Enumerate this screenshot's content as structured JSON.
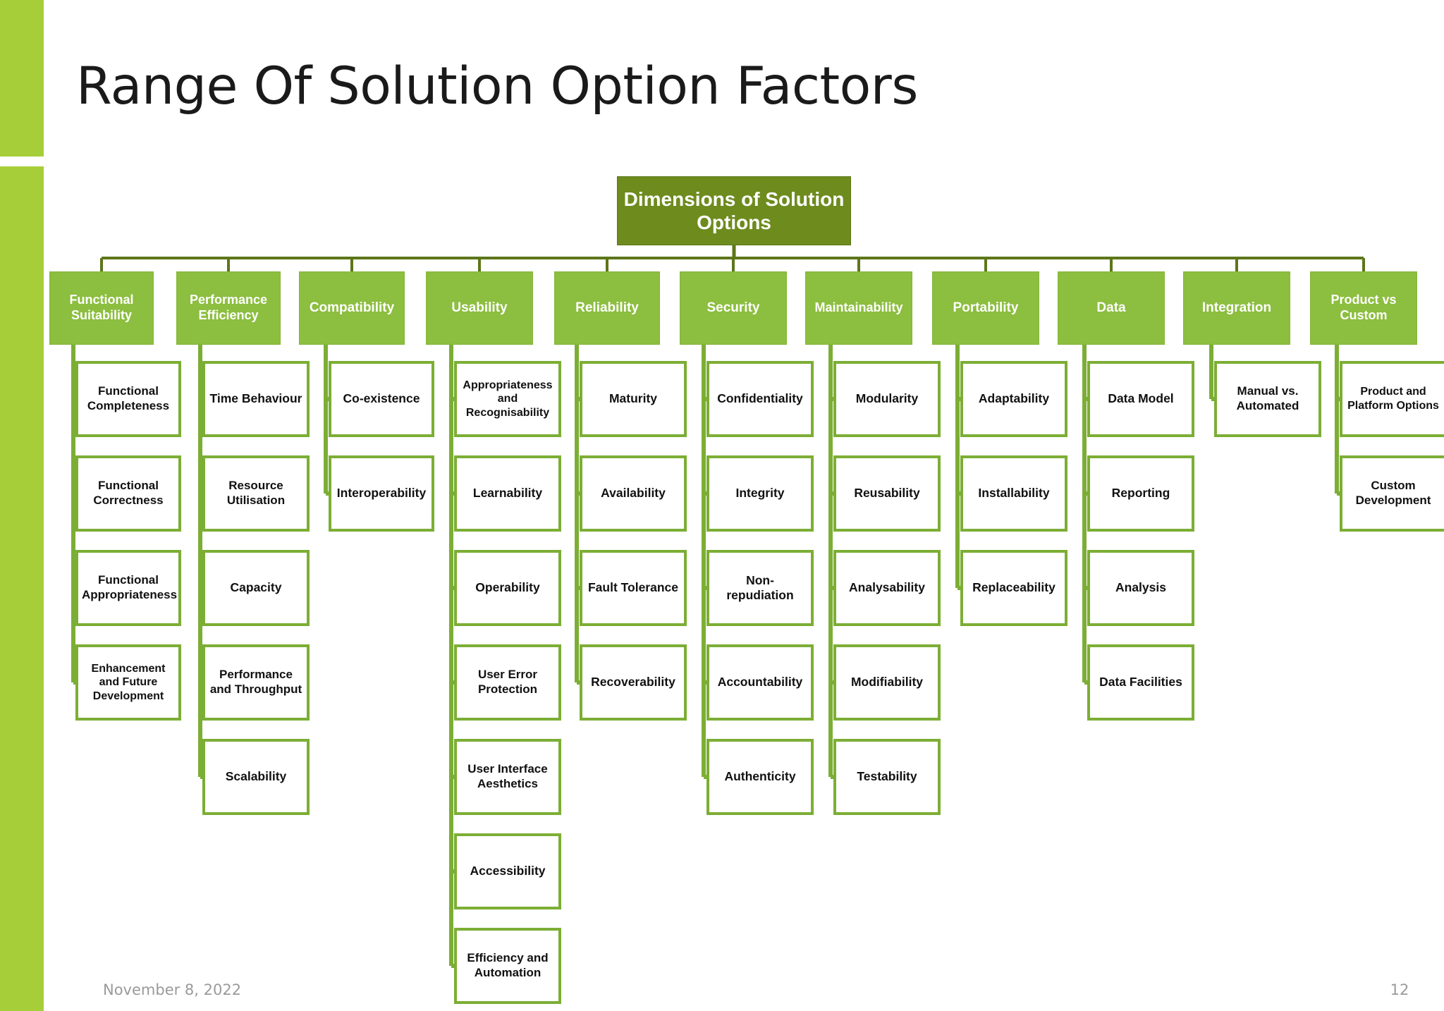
{
  "slide": {
    "title": "Range Of Solution Option Factors",
    "footer_date": "November 8, 2022",
    "page_number": "12",
    "accent_color": "#A6CE39",
    "root_color": "#6E8B1E",
    "category_color": "#8CBE3F",
    "leaf_border_color": "#7CAE35"
  },
  "diagram": {
    "type": "tree",
    "root": {
      "label": "Dimensions of Solution Options"
    },
    "columns": [
      {
        "label": "Functional Suitability",
        "children": [
          {
            "label": "Functional Completeness"
          },
          {
            "label": "Functional Correctness"
          },
          {
            "label": "Functional Appropriateness"
          },
          {
            "label": "Enhancement and Future Development"
          }
        ]
      },
      {
        "label": "Performance Efficiency",
        "children": [
          {
            "label": "Time Behaviour"
          },
          {
            "label": "Resource Utilisation"
          },
          {
            "label": "Capacity"
          },
          {
            "label": "Performance and Throughput"
          },
          {
            "label": "Scalability"
          }
        ]
      },
      {
        "label": "Compatibility",
        "children": [
          {
            "label": "Co-existence"
          },
          {
            "label": "Interoperability"
          }
        ]
      },
      {
        "label": "Usability",
        "children": [
          {
            "label": "Appropriateness and Recognisability"
          },
          {
            "label": "Learnability"
          },
          {
            "label": "Operability"
          },
          {
            "label": "User Error Protection"
          },
          {
            "label": "User Interface Aesthetics"
          },
          {
            "label": "Accessibility"
          },
          {
            "label": "Efficiency and Automation"
          }
        ]
      },
      {
        "label": "Reliability",
        "children": [
          {
            "label": "Maturity"
          },
          {
            "label": "Availability"
          },
          {
            "label": "Fault Tolerance"
          },
          {
            "label": "Recoverability"
          }
        ]
      },
      {
        "label": "Security",
        "children": [
          {
            "label": "Confidentiality"
          },
          {
            "label": "Integrity"
          },
          {
            "label": "Non-repudiation"
          },
          {
            "label": "Accountability"
          },
          {
            "label": "Authenticity"
          }
        ]
      },
      {
        "label": "Maintainability",
        "children": [
          {
            "label": "Modularity"
          },
          {
            "label": "Reusability"
          },
          {
            "label": "Analysability"
          },
          {
            "label": "Modifiability"
          },
          {
            "label": "Testability"
          }
        ]
      },
      {
        "label": "Portability",
        "children": [
          {
            "label": "Adaptability"
          },
          {
            "label": "Installability"
          },
          {
            "label": "Replaceability"
          }
        ]
      },
      {
        "label": "Data",
        "children": [
          {
            "label": "Data Model"
          },
          {
            "label": "Reporting"
          },
          {
            "label": "Analysis"
          },
          {
            "label": "Data Facilities"
          }
        ]
      },
      {
        "label": "Integration",
        "children": [
          {
            "label": "Manual vs. Automated"
          }
        ]
      },
      {
        "label": "Product vs Custom",
        "children": [
          {
            "label": "Product and Platform Options"
          },
          {
            "label": "Custom Development"
          }
        ]
      }
    ]
  }
}
